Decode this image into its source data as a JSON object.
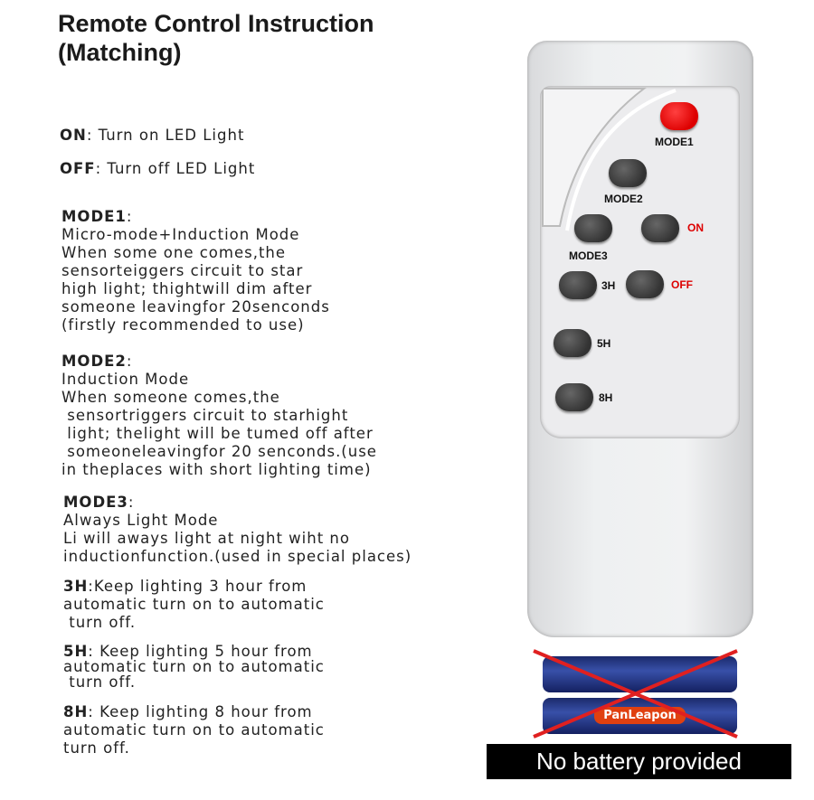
{
  "title": [
    "Remote Control Instruction",
    "(Matching)"
  ],
  "instructions": {
    "on": {
      "key": "ON",
      "text": ": Turn on LED Light"
    },
    "off": {
      "key": "OFF",
      "text": ": Turn off LED Light"
    },
    "mode1": {
      "key": "MODE1",
      "text": ":\nMicro-mode+Induction Mode\nWhen some one comes,the\nsensorteiggers circuit to star\nhigh light; thightwill dim after\nsomeone leavingfor 20senconds\n(firstly recommended to use)"
    },
    "mode2": {
      "key": "MODE2",
      "text": ":\nInduction Mode\nWhen someone comes,the\n sensortriggers circuit to starhight\n light; thelight will be tumed off after\n someoneleavingfor 20 senconds.(use\nin theplaces with short lighting time)"
    },
    "mode3": {
      "key": "MODE3",
      "text": ":\nAlways Light Mode\nLi will aways light at night wiht no\ninductionfunction.(used in special places)"
    },
    "h3": {
      "key": "3H",
      "text": ":Keep lighting 3 hour from\nautomatic turn on to automatic\n turn off."
    },
    "h5": {
      "key": "5H",
      "text": ": Keep lighting 5 hour from\nautomatic turn on to automatic\n turn off."
    },
    "h8": {
      "key": "8H",
      "text": ": Keep lighting 8 hour from\nautomatic turn on to automatic\nturn off."
    }
  },
  "remote": {
    "mode1": "MODE1",
    "mode2": "MODE2",
    "mode3": "MODE3",
    "on": "ON",
    "off": "OFF",
    "h3": "3H",
    "h5": "5H",
    "h8": "8H"
  },
  "battery": {
    "brand": "PanLeapon",
    "notice": "No battery provided"
  },
  "colors": {
    "accent_red": "#dd0000"
  }
}
